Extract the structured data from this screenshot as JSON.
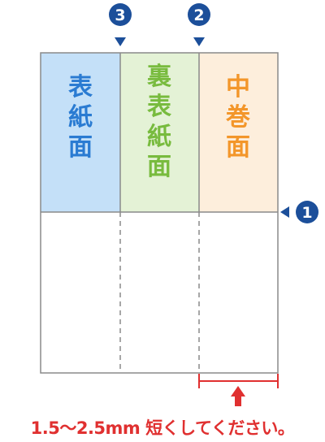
{
  "panels": [
    {
      "id": "front-cover",
      "label": "表紙面",
      "fill": "#c4e0f8",
      "text_color": "#2a7bd2"
    },
    {
      "id": "back-cover",
      "label": "裏表紙面",
      "fill": "#e4f2d6",
      "text_color": "#78bb3e"
    },
    {
      "id": "inner-flap",
      "label": "中巻面",
      "fill": "#fdeedc",
      "text_color": "#f3962a"
    }
  ],
  "markers": [
    {
      "id": "fold-3",
      "number": "3"
    },
    {
      "id": "fold-2",
      "number": "2"
    },
    {
      "id": "fold-1",
      "number": "1"
    }
  ],
  "note": "1.5～2.5mm 短くしてください。",
  "colors": {
    "marker_blue": "#1c4f9a",
    "outline": "#8a8a8a",
    "dashed": "#8a8a8a",
    "warning_red": "#e03030"
  }
}
